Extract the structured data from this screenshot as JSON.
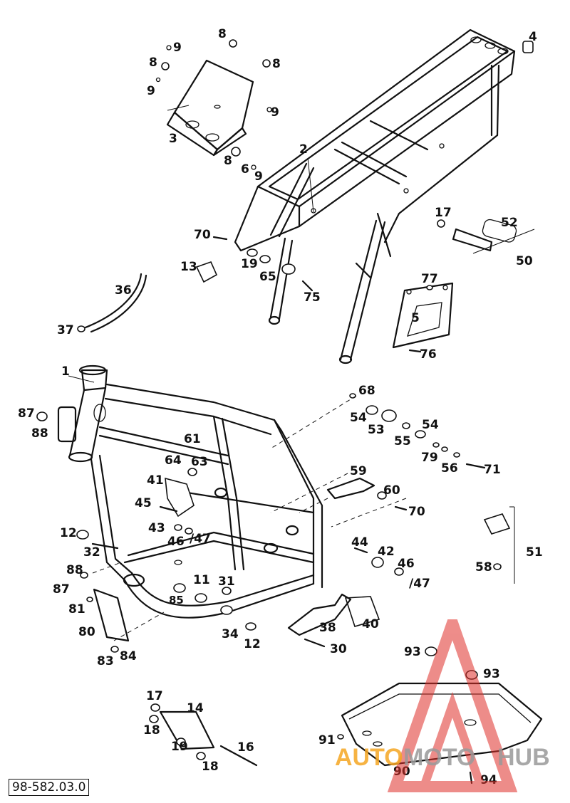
{
  "document_number": "98-582.03.0",
  "watermark": {
    "word_left": "AUTO",
    "word_mid": "MOTO",
    "word_right": "HUB",
    "colors": {
      "orange": "#f5a623",
      "red": "#e0302a",
      "grey": "#9a9a9a"
    }
  },
  "callouts": [
    {
      "id": "c-1",
      "text": "1"
    },
    {
      "id": "c-2",
      "text": "2"
    },
    {
      "id": "c-3",
      "text": "3"
    },
    {
      "id": "c-4",
      "text": "4"
    },
    {
      "id": "c-5",
      "text": "5"
    },
    {
      "id": "c-6",
      "text": "6"
    },
    {
      "id": "c-8a",
      "text": "8"
    },
    {
      "id": "c-8b",
      "text": "8"
    },
    {
      "id": "c-8c",
      "text": "8"
    },
    {
      "id": "c-8d",
      "text": "8"
    },
    {
      "id": "c-9a",
      "text": "9"
    },
    {
      "id": "c-9b",
      "text": "9"
    },
    {
      "id": "c-9c",
      "text": "9"
    },
    {
      "id": "c-9d",
      "text": "9"
    },
    {
      "id": "c-11",
      "text": "11"
    },
    {
      "id": "c-12a",
      "text": "12"
    },
    {
      "id": "c-12b",
      "text": "12"
    },
    {
      "id": "c-13",
      "text": "13"
    },
    {
      "id": "c-14",
      "text": "14"
    },
    {
      "id": "c-16",
      "text": "16"
    },
    {
      "id": "c-17a",
      "text": "17"
    },
    {
      "id": "c-17b",
      "text": "17"
    },
    {
      "id": "c-18a",
      "text": "18"
    },
    {
      "id": "c-18b",
      "text": "18"
    },
    {
      "id": "c-19a",
      "text": "19"
    },
    {
      "id": "c-19b",
      "text": "19"
    },
    {
      "id": "c-30",
      "text": "30"
    },
    {
      "id": "c-31",
      "text": "31"
    },
    {
      "id": "c-32",
      "text": "32"
    },
    {
      "id": "c-34",
      "text": "34"
    },
    {
      "id": "c-36",
      "text": "36"
    },
    {
      "id": "c-37",
      "text": "37"
    },
    {
      "id": "c-38",
      "text": "38"
    },
    {
      "id": "c-40",
      "text": "40"
    },
    {
      "id": "c-41",
      "text": "41"
    },
    {
      "id": "c-42",
      "text": "42"
    },
    {
      "id": "c-43",
      "text": "43"
    },
    {
      "id": "c-44",
      "text": "44"
    },
    {
      "id": "c-45",
      "text": "45"
    },
    {
      "id": "c-46a",
      "text": "46"
    },
    {
      "id": "c-47a",
      "text": "/47"
    },
    {
      "id": "c-46b",
      "text": "46"
    },
    {
      "id": "c-47b",
      "text": "/47"
    },
    {
      "id": "c-50",
      "text": "50"
    },
    {
      "id": "c-51",
      "text": "51"
    },
    {
      "id": "c-52",
      "text": "52"
    },
    {
      "id": "c-53",
      "text": "53"
    },
    {
      "id": "c-54a",
      "text": "54"
    },
    {
      "id": "c-54b",
      "text": "54"
    },
    {
      "id": "c-55",
      "text": "55"
    },
    {
      "id": "c-56",
      "text": "56"
    },
    {
      "id": "c-58",
      "text": "58"
    },
    {
      "id": "c-59",
      "text": "59"
    },
    {
      "id": "c-60",
      "text": "60"
    },
    {
      "id": "c-61",
      "text": "61"
    },
    {
      "id": "c-63",
      "text": "63"
    },
    {
      "id": "c-64",
      "text": "64"
    },
    {
      "id": "c-65",
      "text": "65"
    },
    {
      "id": "c-68",
      "text": "68"
    },
    {
      "id": "c-70a",
      "text": "70"
    },
    {
      "id": "c-70b",
      "text": "70"
    },
    {
      "id": "c-71",
      "text": "71"
    },
    {
      "id": "c-75",
      "text": "75"
    },
    {
      "id": "c-76",
      "text": "76"
    },
    {
      "id": "c-77",
      "text": "77"
    },
    {
      "id": "c-79",
      "text": "79"
    },
    {
      "id": "c-80",
      "text": "80"
    },
    {
      "id": "c-81",
      "text": "81"
    },
    {
      "id": "c-83",
      "text": "83"
    },
    {
      "id": "c-84",
      "text": "84"
    },
    {
      "id": "c-85",
      "text": "85"
    },
    {
      "id": "c-87a",
      "text": "87"
    },
    {
      "id": "c-87b",
      "text": "87"
    },
    {
      "id": "c-88a",
      "text": "88"
    },
    {
      "id": "c-88b",
      "text": "88"
    },
    {
      "id": "c-90",
      "text": "90"
    },
    {
      "id": "c-91",
      "text": "91"
    },
    {
      "id": "c-93a",
      "text": "93"
    },
    {
      "id": "c-93b",
      "text": "93"
    },
    {
      "id": "c-94",
      "text": "94"
    }
  ]
}
